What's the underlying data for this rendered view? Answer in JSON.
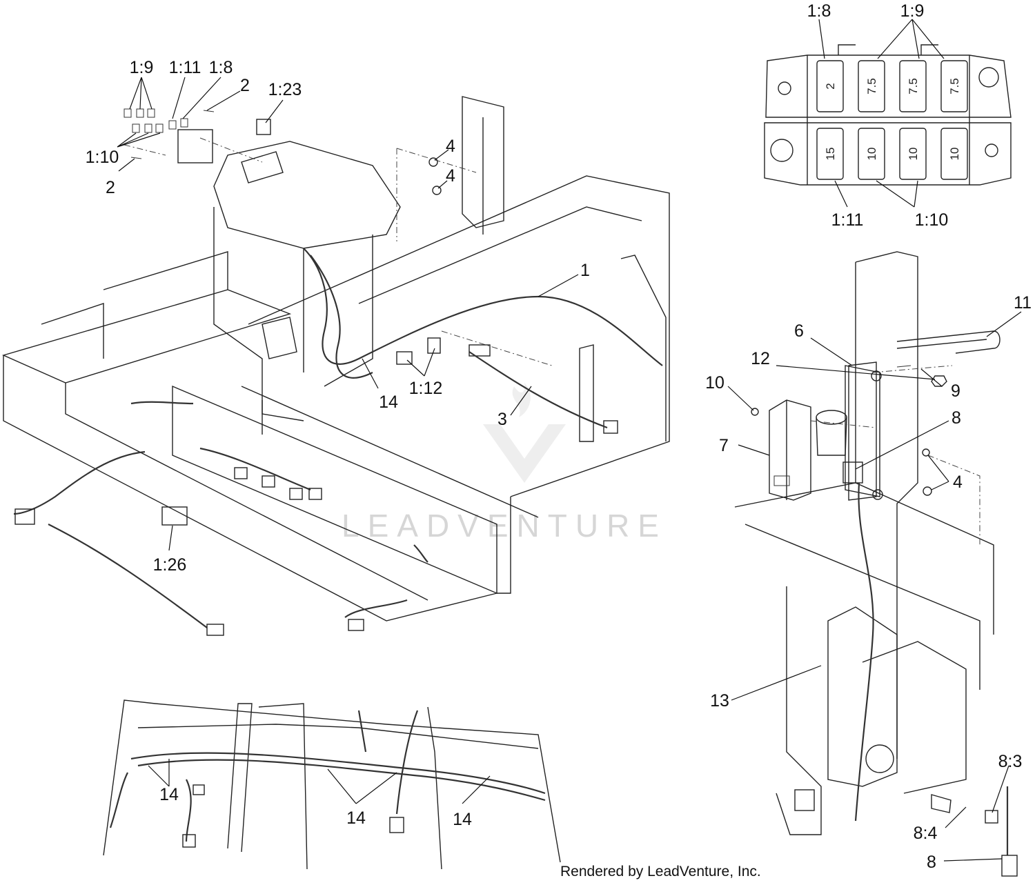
{
  "credit": "Rendered by LeadVenture, Inc.",
  "watermark": "LEADVENTURE",
  "labels": {
    "l_1_9_a": "1:9",
    "l_1_11_a": "1:11",
    "l_1_8_a": "1:8",
    "l_2_a": "2",
    "l_1_23": "1:23",
    "l_1_10_a": "1:10",
    "l_2_b": "2",
    "l_4_a": "4",
    "l_4_b": "4",
    "l_1": "1",
    "l_1_12": "1:12",
    "l_14_a": "14",
    "l_3": "3",
    "l_1_26": "1:26",
    "l_1_8_b": "1:8",
    "l_1_9_b": "1:9",
    "l_1_11_b": "1:11",
    "l_1_10_b": "1:10",
    "l_11": "11",
    "l_6": "6",
    "l_12": "12",
    "l_10": "10",
    "l_9": "9",
    "l_8_a": "8",
    "l_7": "7",
    "l_4_c": "4",
    "l_13": "13",
    "l_8_3": "8:3",
    "l_8_4": "8:4",
    "l_8_b": "8",
    "l_14_b": "14",
    "l_14_c": "14",
    "l_14_d": "14"
  },
  "fuses": {
    "top": [
      "2",
      "7.5",
      "7.5",
      "7.5"
    ],
    "bottom": [
      "15",
      "10",
      "10",
      "10"
    ]
  }
}
